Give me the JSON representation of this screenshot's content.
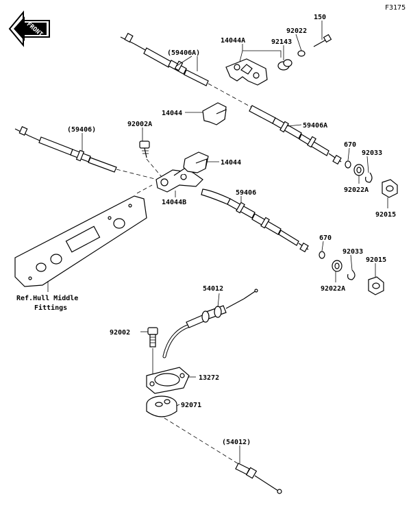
{
  "figure_code": "F3175",
  "front_badge": "FRONT",
  "labels": {
    "p150": "150",
    "p14044A": "14044A",
    "p92022": "92022",
    "p92143": "92143",
    "p59406A_paren": "(59406A)",
    "p14044_top": "14044",
    "p59406A": "59406A",
    "p59406_paren": "(59406)",
    "p92002A": "92002A",
    "p14044_mid": "14044",
    "p670_a": "670",
    "p92033_a": "92033",
    "p92022A_a": "92022A",
    "p92015_a": "92015",
    "p59406": "59406",
    "p14044B": "14044B",
    "p670_b": "670",
    "p92033_b": "92033",
    "p92015_b": "92015",
    "p92022A_b": "92022A",
    "p54012": "54012",
    "p92002": "92002",
    "p13272": "13272",
    "p92071": "92071",
    "p54012_paren": "(54012)"
  },
  "ref_note": {
    "line1": "Ref.Hull Middle",
    "line2": "Fittings"
  }
}
